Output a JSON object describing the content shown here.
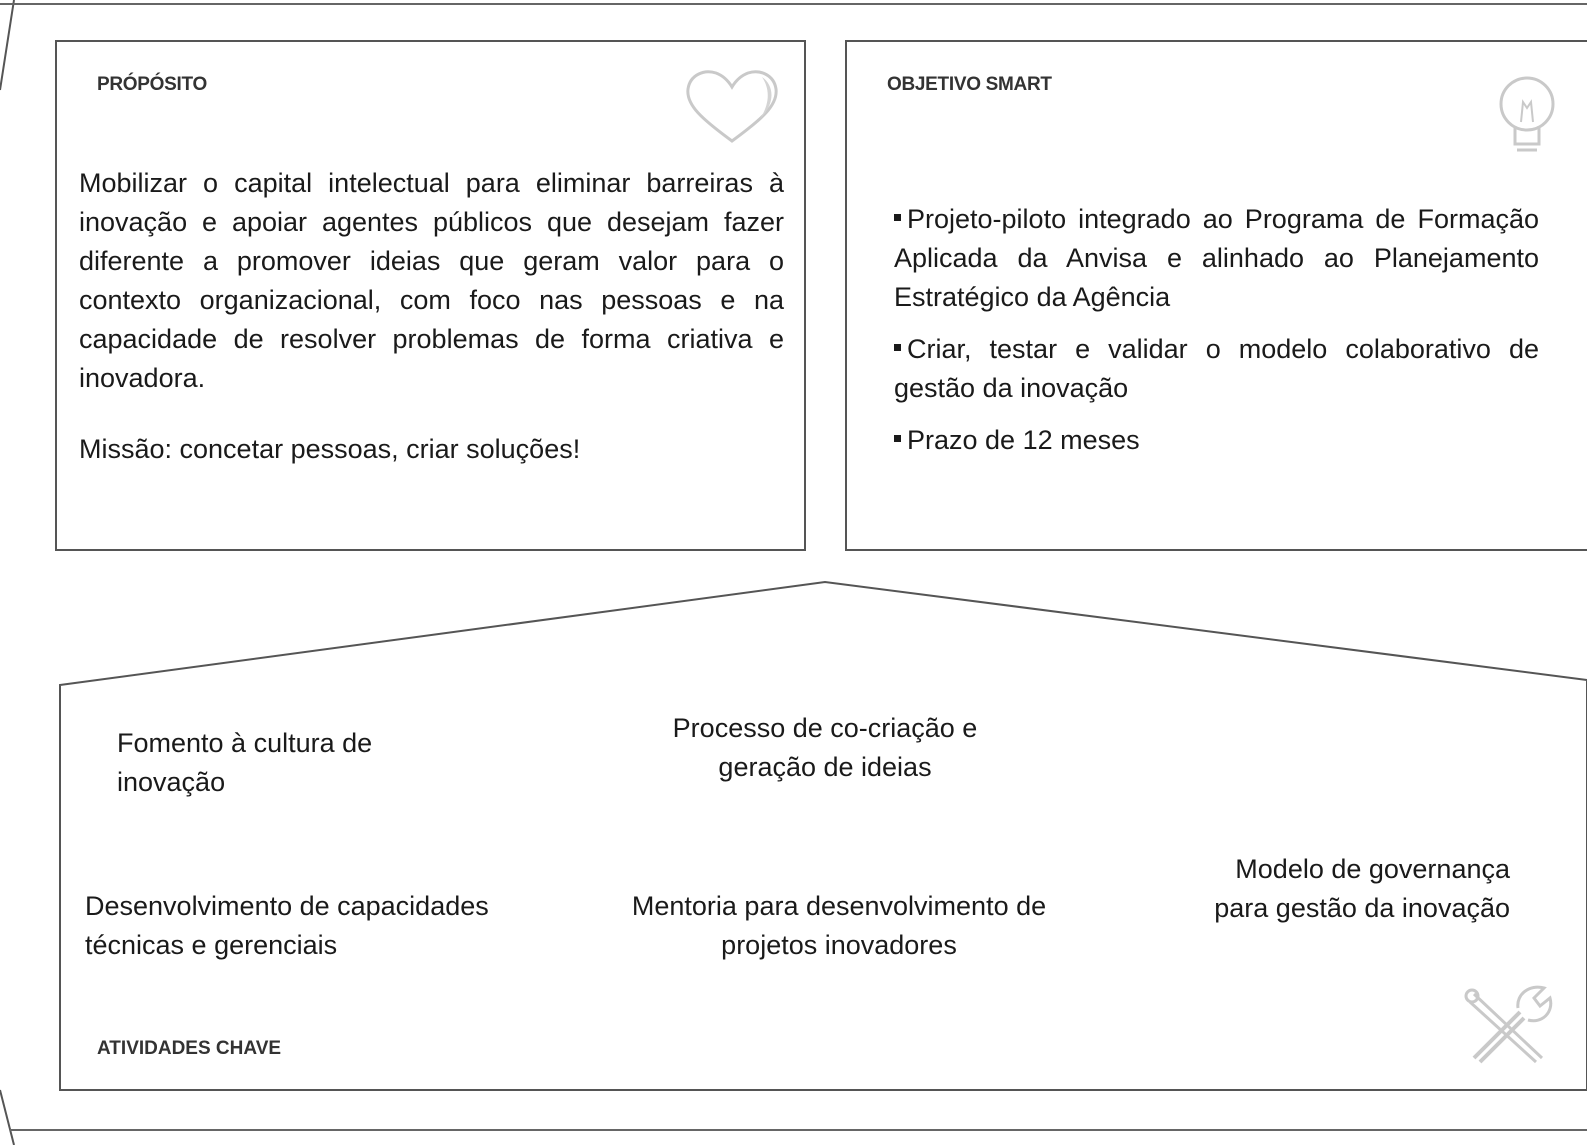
{
  "proposito": {
    "heading": "PRÓPÓSITO",
    "text": "Mobilizar o capital intelectual para eliminar barreiras à inovação e apoiar agentes públicos que desejam fazer diferente a promover ideias que geram valor para o contexto organizacional, com foco nas pessoas e na capacidade de resolver problemas de forma criativa e inovadora.",
    "missao": "Missão: concetar pessoas, criar soluções!",
    "icon": "heart-icon"
  },
  "objetivo": {
    "heading": "OBJETIVO SMART",
    "items": [
      "Projeto-piloto integrado ao Programa de Formação Aplicada  da Anvisa e alinhado ao Planejamento Estratégico da Agência",
      "Criar, testar e validar o modelo colaborativo de gestão da inovação",
      "Prazo de 12 meses"
    ],
    "icon": "lightbulb-icon"
  },
  "atividades": {
    "heading": "ATIVIDADES CHAVE",
    "items": [
      "Fomento à cultura de inovação",
      "Processo de co-criação e geração de ideias",
      "Desenvolvimento de capacidades técnicas e gerenciais",
      "Mentoria para desenvolvimento de projetos inovadores",
      "Modelo de governança para gestão da inovação"
    ],
    "icon": "tools-icon"
  }
}
